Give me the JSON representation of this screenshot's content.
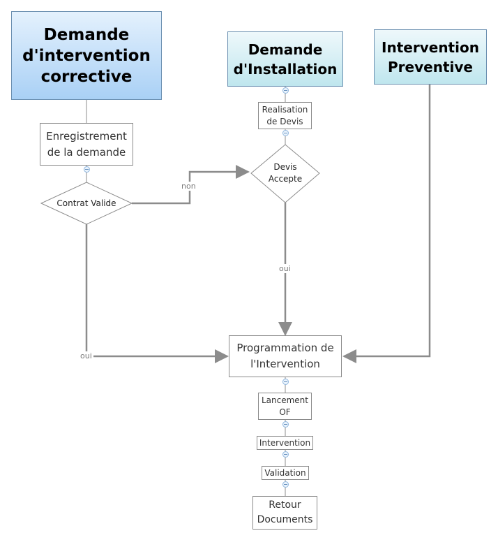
{
  "nodes": {
    "demande_corrective": "Demande\nd'intervention\ncorrective",
    "demande_installation": "Demande\nd'Installation",
    "intervention_preventive": "Intervention\nPreventive",
    "enregistrement": "Enregistrement\nde la demande",
    "contrat_valide": "Contrat Valide",
    "realisation_devis": "Realisation\nde Devis",
    "devis_accepte": "Devis\nAccepte",
    "programmation": "Programmation de\nl'Intervention",
    "lancement_of": "Lancement\nOF",
    "intervention": "Intervention",
    "validation": "Validation",
    "retour_documents": "Retour\nDocuments"
  },
  "edge_labels": {
    "non": "non",
    "oui_left": "oui",
    "oui_center": "oui"
  },
  "colors": {
    "connector": "#8c8c8c",
    "main_border": "#6a8fb0"
  }
}
